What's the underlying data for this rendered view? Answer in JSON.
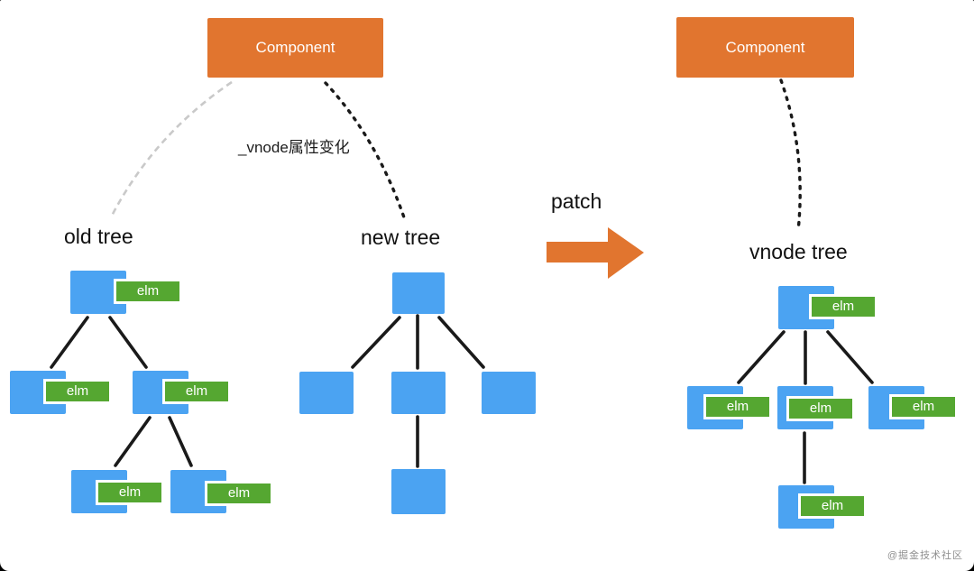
{
  "diagram": {
    "component_left_label": "Component",
    "component_right_label": "Component",
    "vnode_change_label": "_vnode属性变化",
    "patch_label": "patch",
    "old_tree_title": "old tree",
    "new_tree_title": "new tree",
    "vnode_tree_title": "vnode tree",
    "elm_label": "elm",
    "watermark": "@掘金技术社区"
  },
  "colors": {
    "component_orange": "#E1752F",
    "node_blue": "#4BA3F2",
    "elm_green": "#55A731",
    "connector_gray": "#C9C9C9",
    "edge_black": "#1A1A1A",
    "watermark_gray": "#8F8F8F"
  },
  "structure": {
    "old_tree": {
      "title": "old tree",
      "root": {
        "elm": true,
        "children": [
          {
            "elm": true
          },
          {
            "elm": true,
            "children": [
              {
                "elm": true
              },
              {
                "elm": true
              }
            ]
          }
        ]
      }
    },
    "new_tree": {
      "title": "new tree",
      "root": {
        "elm": false,
        "children": [
          {
            "elm": false
          },
          {
            "elm": false,
            "children": [
              {
                "elm": false
              }
            ]
          },
          {
            "elm": false
          }
        ]
      }
    },
    "vnode_tree": {
      "title": "vnode tree",
      "root": {
        "elm": true,
        "children": [
          {
            "elm": true
          },
          {
            "elm": true,
            "children": [
              {
                "elm": true
              }
            ]
          },
          {
            "elm": true
          }
        ]
      }
    },
    "connectors": [
      "component-left to old-tree (gray dashed)",
      "component-left to new-tree (black dotted, labeled _vnode属性变化)",
      "component-right to vnode-tree (black dotted)"
    ],
    "transform": "old tree + new tree --patch--> vnode tree"
  }
}
